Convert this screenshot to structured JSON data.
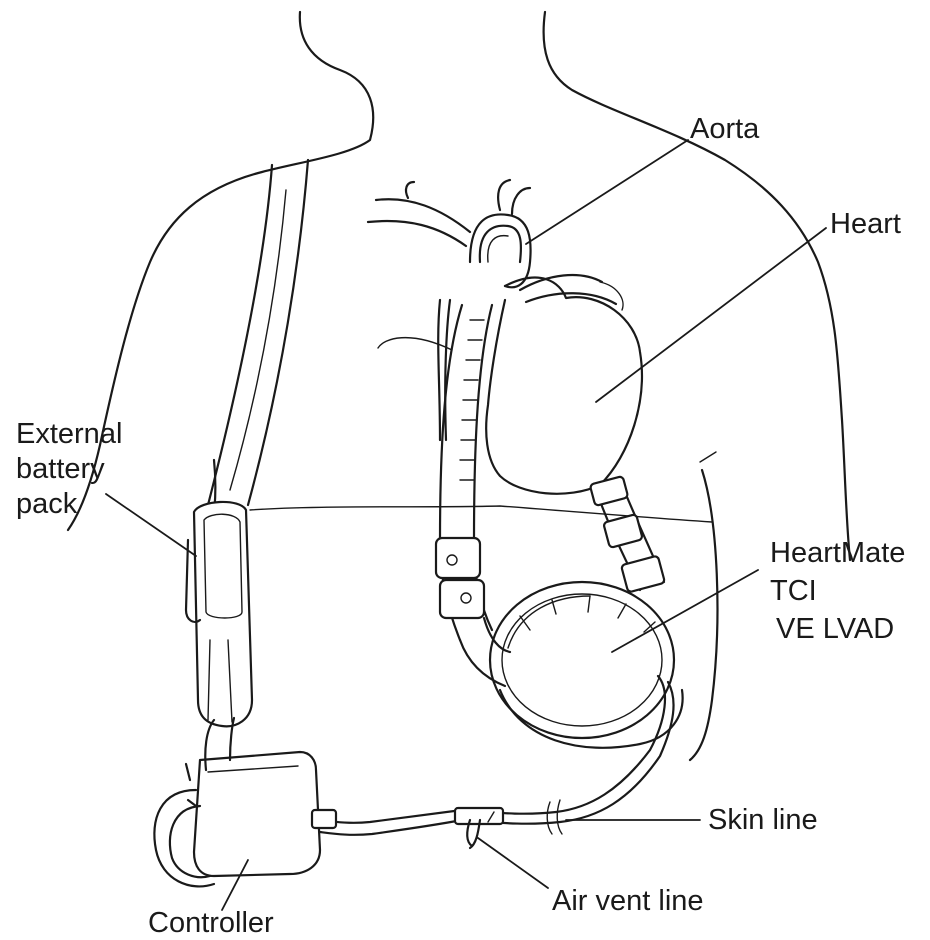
{
  "diagram": {
    "labels": {
      "aorta": "Aorta",
      "heart": "Heart",
      "external_battery_pack": [
        "External",
        "battery",
        "pack"
      ],
      "heartmate": [
        "HeartMate",
        "TCI",
        "VE LVAD"
      ],
      "skin_line": "Skin line",
      "air_vent_line": "Air vent line",
      "controller": "Controller"
    }
  },
  "colors": {
    "ink": "#1a1a1a",
    "background": "#ffffff"
  }
}
